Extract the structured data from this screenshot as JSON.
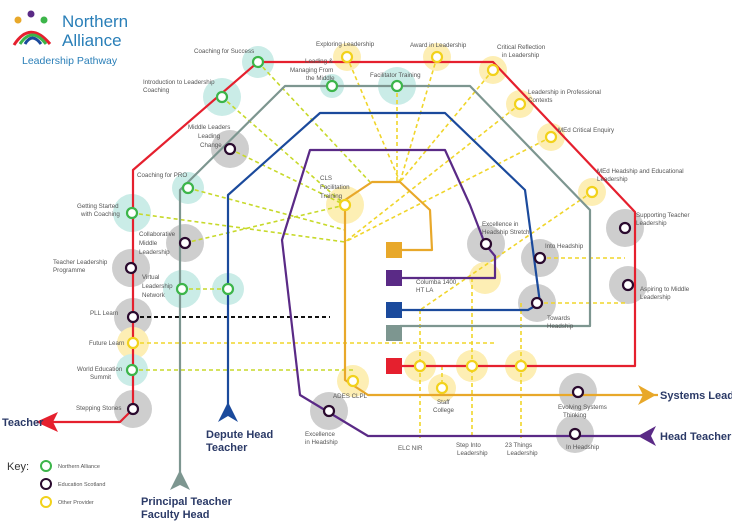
{
  "logo": {
    "line1": "Northern",
    "line2": "Alliance",
    "line3": "Leadership Pathway"
  },
  "start_labels": {
    "teacher": "Teacher",
    "principal_1": "Principal Teacher",
    "principal_2": "Faculty Head",
    "depute_1": "Depute Head",
    "depute_2": "Teacher",
    "systems": "Systems Leader",
    "head": "Head Teacher"
  },
  "key": {
    "title": "Key:",
    "items": [
      {
        "label": "Northern Alliance",
        "color": "#3cb54a"
      },
      {
        "label": "Education Scotland",
        "color": "#2a0a2e"
      },
      {
        "label": "Other Provider",
        "color": "#f2d21b"
      }
    ]
  },
  "colors": {
    "red": "#e5202e",
    "grey": "#7d9690",
    "blue": "#1b4a9c",
    "purple": "#5a2a86",
    "gold": "#e8a82a",
    "green_dash": "#c7d92a",
    "yellow_dash": "#f0d52a",
    "black_dash": "#111111",
    "halo_grey": "#cccccc",
    "halo_teal": "#c8ebe6",
    "halo_yellow": "#fdeeb0"
  },
  "stations": {
    "coaching_success": "Coaching for Success",
    "exploring_leadership": "Exploring Leadership",
    "award_leadership": "Award in Leadership",
    "critical_reflection_1": "Critical Reflection",
    "critical_reflection_2": "in Leadership",
    "leading_middle_1": "Leading &",
    "leading_middle_2": "Managing From",
    "leading_middle_3": "the Middle",
    "facilitator_training": "Facilitator Training",
    "intro_coaching_1": "Introduction to Leadership",
    "intro_coaching_2": "Coaching",
    "leadership_prof_1": "Leadership in Professional",
    "leadership_prof_2": "Contexts",
    "med_critical": "MEd Critical Enquiry",
    "middle_leaders_1": "Middle Leaders",
    "middle_leaders_2": "Leading",
    "middle_leaders_3": "Change",
    "coaching_pro": "Coaching for PRO",
    "cls_1": "CLS",
    "cls_2": "Facilitation",
    "cls_3": "Training",
    "med_headship_1": "MEd Headship and Educational",
    "med_headship_2": "Leadership",
    "getting_started_1": "Getting Started",
    "getting_started_2": "with Coaching",
    "supporting_teacher_1": "Supporting Teacher",
    "supporting_teacher_2": "Leadership",
    "collab_1": "Collaborative",
    "collab_2": "Middle",
    "collab_3": "Leadership",
    "excellence_stretch_1": "Excellence in",
    "excellence_stretch_2": "Headship Stretch",
    "into_headship": "Into Headship",
    "teacher_prog_1": "Teacher Leadership",
    "teacher_prog_2": "Programme",
    "virtual_1": "Virtual",
    "virtual_2": "Leadership",
    "virtual_3": "Network",
    "columba_1": "Columba 1400",
    "columba_2": "HT LA",
    "aspiring_1": "Aspiring to Middle",
    "aspiring_2": "Leadership",
    "pll": "PLL Learn",
    "towards_1": "Towards",
    "towards_2": "Headship",
    "future_learn": "Future Learn",
    "world_1": "World Education",
    "world_2": "Summit",
    "adesclpl": "ADES CLPL",
    "staff_1": "Staff",
    "staff_2": "College",
    "evolving_1": "Evolving Systems",
    "evolving_2": "Thinking",
    "stepping": "Stepping Stones",
    "excellence_headship_1": "Excellence",
    "excellence_headship_2": "in Headship",
    "elc": "ELC NIR",
    "step_into_1": "Step Into",
    "step_into_2": "Leadership",
    "things_1": "23 Things",
    "things_2": "Leadership",
    "in_headship": "In Headship"
  }
}
